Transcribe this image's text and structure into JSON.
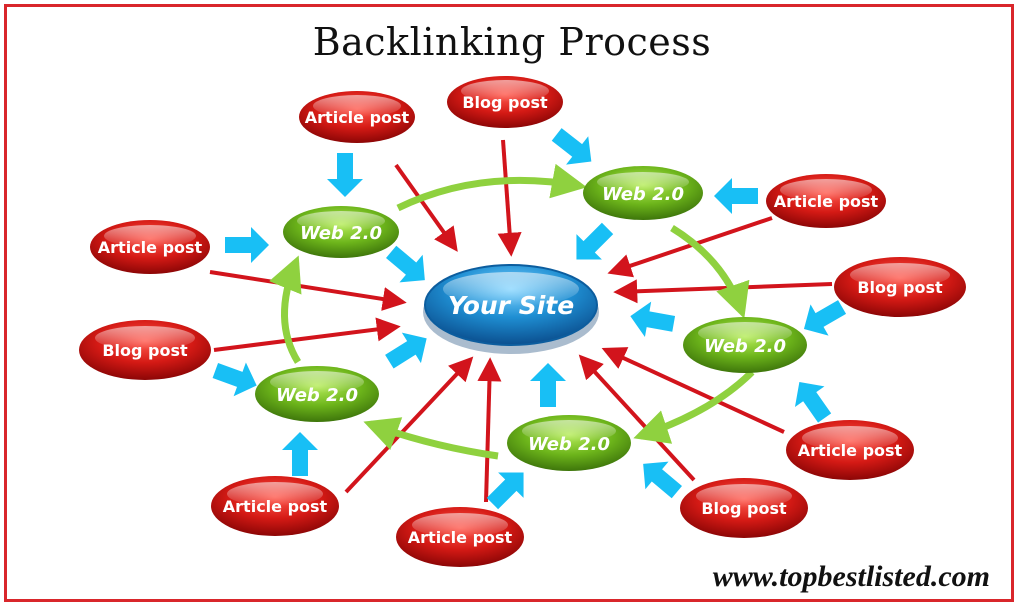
{
  "title": "Backlinking Process",
  "website": "www.topbestlisted.com",
  "colors": {
    "frame": "#d9262b",
    "red_node": "#d01818",
    "green_node": "#6fb51e",
    "blue_node": "#1b8fd0",
    "cyan_arrow": "#18bff5",
    "red_arrow": "#d2141c",
    "green_arrow": "#8fd13f"
  },
  "nodes": {
    "center": {
      "label": "Your Site"
    },
    "web2": [
      {
        "label": "Web 2.0"
      },
      {
        "label": "Web 2.0"
      },
      {
        "label": "Web 2.0"
      },
      {
        "label": "Web 2.0"
      },
      {
        "label": "Web 2.0"
      }
    ],
    "red": [
      {
        "label": "Article post"
      },
      {
        "label": "Blog post"
      },
      {
        "label": "Article post"
      },
      {
        "label": "Article post"
      },
      {
        "label": "Blog post"
      },
      {
        "label": "Blog post"
      },
      {
        "label": "Article post"
      },
      {
        "label": "Article post"
      },
      {
        "label": "Blog post"
      },
      {
        "label": "Article post"
      }
    ]
  }
}
